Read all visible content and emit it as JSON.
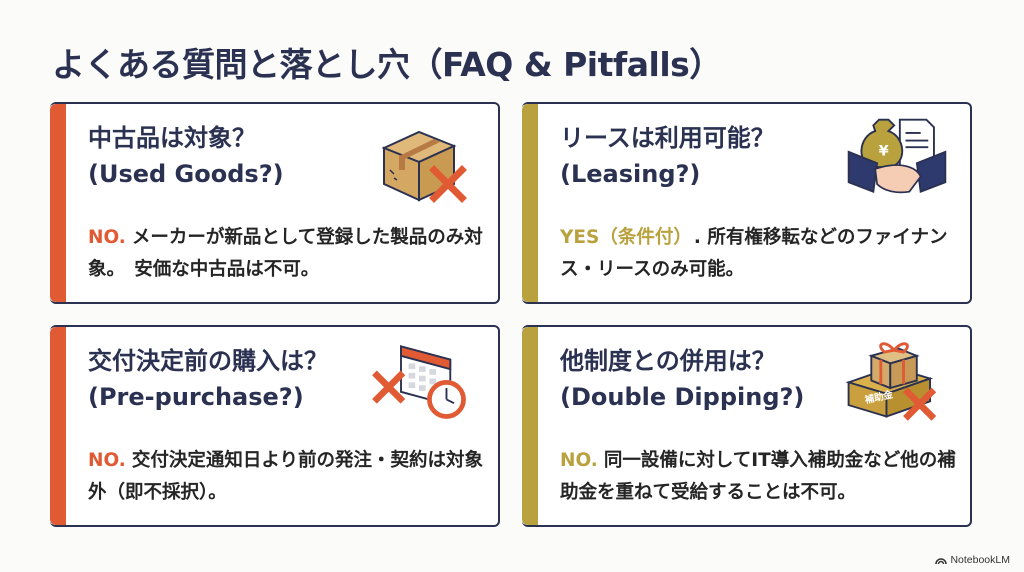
{
  "page": {
    "title": "よくある質問と落とし穴（FAQ & Pitfalls）",
    "brand": "NotebookLM",
    "brand_icon": "notebooklm-logo-icon"
  },
  "colors": {
    "navy": "#2b3151",
    "orange": "#e05a34",
    "gold": "#b9a23e",
    "background": "#fbfbfa"
  },
  "cards": [
    {
      "title_jp": "中古品は対象？",
      "title_en": "(Used Goods?)",
      "verdict": "NO.",
      "verdict_color": "#e05a34",
      "body": "メーカーが新品として登録した製品のみ対象。　安価な中古品は不可。",
      "icon": "damaged-box-x-icon"
    },
    {
      "title_jp": "リースは利用可能？",
      "title_en": "(Leasing?)",
      "verdict": "YES（条件付）",
      "verdict_color": "#b9a23e",
      "body": ". 所有権移転などのファイナンス・リースのみ可能。",
      "icon": "handshake-money-contract-icon"
    },
    {
      "title_jp": "交付決定前の購入は？",
      "title_en": "(Pre-purchase?)",
      "verdict": "NO.",
      "verdict_color": "#e05a34",
      "body": "交付決定通知日より前の発注・契約は対象外（即不採択）。",
      "icon": "calendar-clock-x-icon"
    },
    {
      "title_jp": "他制度との併用は？",
      "title_en": "(Double Dipping?)",
      "verdict": "NO.",
      "verdict_color": "#b9a23e",
      "body": "同一設備に対してIT導入補助金など他の補助金を重ねて受給することは不可。",
      "icon": "gift-subsidy-box-x-icon",
      "icon_label": "補助金"
    }
  ]
}
